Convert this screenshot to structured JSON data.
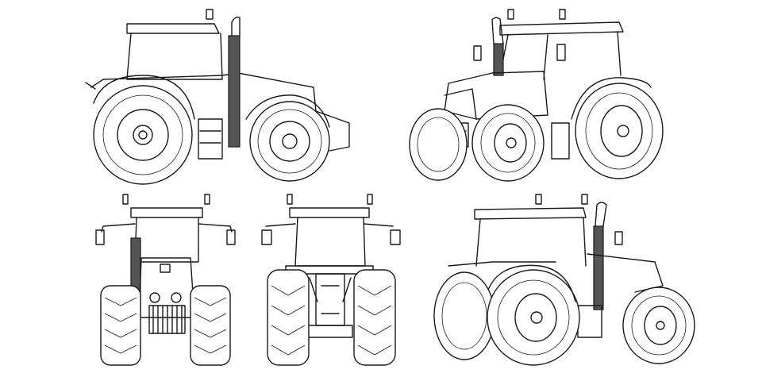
{
  "illustration": {
    "subject": "tractor",
    "views": [
      "side",
      "front-three-quarter",
      "front",
      "rear",
      "rear-three-quarter"
    ],
    "colors": {
      "line": "#1a1a1a",
      "background": "#ffffff",
      "exhaust": "#555555"
    }
  }
}
